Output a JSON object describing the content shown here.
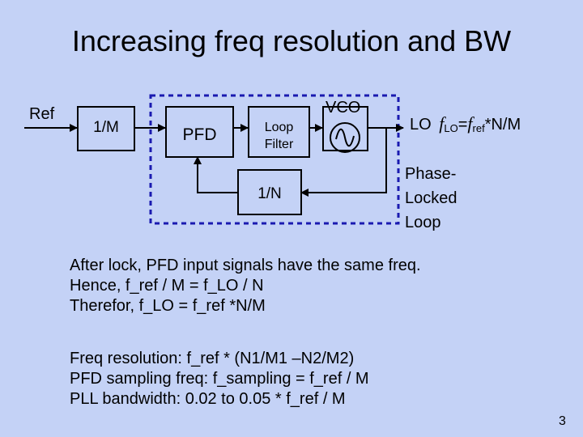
{
  "slide": {
    "title": "Increasing freq resolution and BW",
    "page_number": "3"
  },
  "diagram": {
    "ref_label": "Ref",
    "div_m_label": "1/M",
    "pfd_label": "PFD",
    "loop_filter_line1": "Loop",
    "loop_filter_line2": "Filter",
    "vco_label": "VCO",
    "div_n_label": "1/N",
    "lo_label": "LO",
    "lo_formula": {
      "f1": "f",
      "sub1": "LO",
      "eq": "=",
      "f2": "f",
      "sub2": "ref",
      "rest": "*N/M"
    },
    "pll_label_line1": "Phase-",
    "pll_label_line2": "Locked",
    "pll_label_line3": "Loop"
  },
  "text_block_1": [
    "After lock, PFD input signals have the same freq.",
    "Hence, f_ref / M  =  f_LO / N",
    "Therefor, f_LO = f_ref *N/M"
  ],
  "text_block_2": [
    "Freq resolution: f_ref * (N1/M1 –N2/M2)",
    "PFD sampling freq: f_sampling = f_ref / M",
    "PLL bandwidth: 0.02 to 0.05 * f_ref / M"
  ],
  "colors": {
    "background": "#c4d2f6",
    "pll_border": "#1a1ab0",
    "ink": "#000000"
  }
}
